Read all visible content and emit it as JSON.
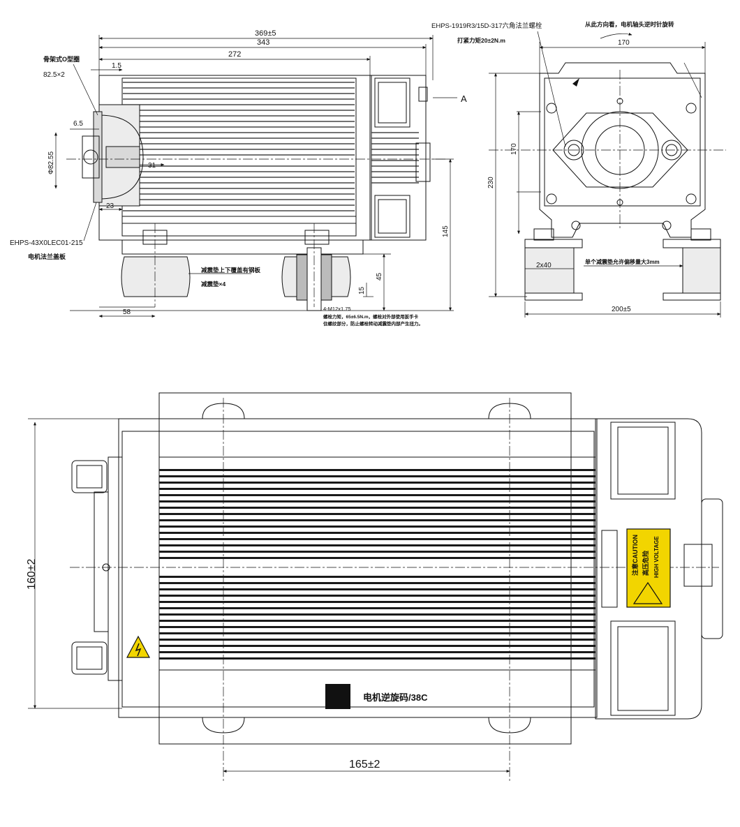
{
  "side_view": {
    "dim_overall": "369±5",
    "dim_body": "343",
    "dim_housing": "272",
    "dim_offset_1": "1.5",
    "dim_flange_thick": "6.5",
    "dim_shaft_dia": "Φ82.55",
    "dim_shaft_len": "31",
    "dim_flange_step": "23",
    "dim_foot_left": "58",
    "dim_height_145": "145",
    "dim_height_45": "45",
    "dim_height_15": "15",
    "view_letter_a": "A",
    "label_oring": "骨架式O型圈",
    "label_oring_size": "82.5×2",
    "label_flange_part": "EHPS-43X0LEC01-215",
    "label_flange_name": "电机法兰盖板",
    "label_damper_plate": "减震垫上下覆盖有钢板",
    "label_damper_qty": "减震垫×4",
    "label_bolt": "4-M12x1.75",
    "label_note_1": "螺栓力矩，65±6.5N.m，螺栓对外部使用扳手卡",
    "label_note_2": "住螺纹部分，防止螺栓转动减震垫内部产生扭力。"
  },
  "front_view": {
    "label_pump_part": "EHPS-1919R3/15D-317六角法兰螺栓",
    "label_torque": "打紧力矩20±2N.m",
    "label_rotation": "从此方向看，电机轴头逆时针旋转",
    "dim_width_top": "170",
    "dim_height_170": "170",
    "dim_height_230": "230",
    "dim_foot": "2x40",
    "dim_base": "200±5",
    "label_deflection": "单个减震垫允许偏移量大3mm"
  },
  "top_view": {
    "dim_height": "160±2",
    "dim_width": "165±2",
    "label_motor": "电机逆旋码/38C",
    "caution_cn": "注意CAUTION",
    "caution_hv_cn": "高压危险",
    "caution_hv_en": "HIGH VOLTAGE"
  },
  "colors": {
    "line": "#111111",
    "warning": "#f2d500",
    "paper": "#ffffff"
  }
}
